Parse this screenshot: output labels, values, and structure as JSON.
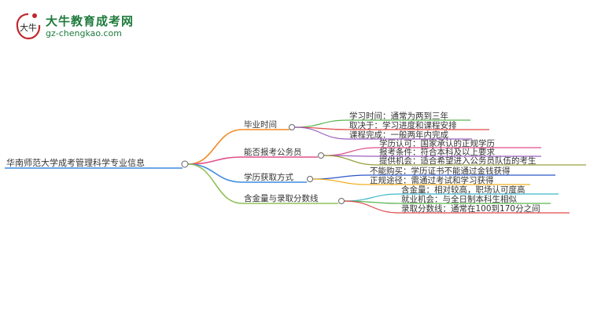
{
  "logo": {
    "title": "大牛教育成考网",
    "url": "gz-chengkao.com",
    "mark_glyph": "大牛"
  },
  "root": "华南师范大学成考管理科学专业信息",
  "branches": [
    {
      "label": "毕业时间",
      "color": "#f08a24",
      "children": [
        {
          "text": "学习时间：通常为两到三年",
          "color": "#5ab552"
        },
        {
          "text": "取决于：学习进度和课程安排",
          "color": "#e04848"
        },
        {
          "text": "课程完成：一般两年内完成",
          "color": "#9b5fc0"
        }
      ]
    },
    {
      "label": "能否报考公务员",
      "color": "#e0508a",
      "children": [
        {
          "text": "学历认可：国家承认的正规学历",
          "color": "#e0508a"
        },
        {
          "text": "报考条件：符合本科及以上要求",
          "color": "#9b5fc0"
        },
        {
          "text": "提供机会：适合希望进入公务员队伍的考生",
          "color": "#9aa03a"
        }
      ]
    },
    {
      "label": "学历获取方式",
      "color": "#3b8be0",
      "children": [
        {
          "text": "不能购买：学历证书不能通过金钱获得",
          "color": "#2c56c8"
        },
        {
          "text": "正规途径：需通过考试和学习获得",
          "color": "#f0b020"
        }
      ]
    },
    {
      "label": "含金量与录取分数线",
      "color": "#8fc25a",
      "children": [
        {
          "text": "含金量：相对较高，职场认可度高",
          "color": "#3db8c8"
        },
        {
          "text": "就业机会：与全日制本科生相似",
          "color": "#5ab552"
        },
        {
          "text": "录取分数线：通常在100到170分之间",
          "color": "#e04848"
        }
      ]
    }
  ]
}
